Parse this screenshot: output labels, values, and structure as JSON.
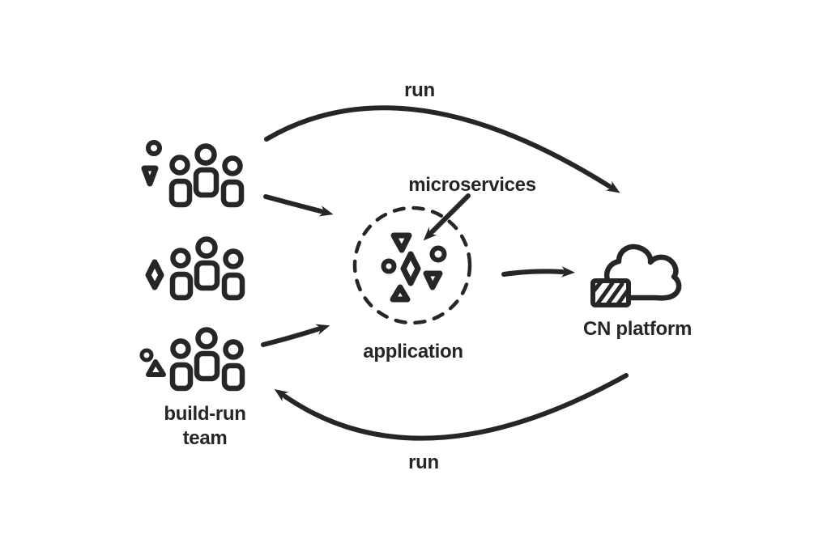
{
  "theme": {
    "ink": "#262626",
    "background": "#ffffff"
  },
  "diagram": {
    "labels": {
      "run_top": "run",
      "run_bottom": "run",
      "microservices": "microservices",
      "application": "application",
      "team_line1": "build-run",
      "team_line2": "team",
      "platform": "CN platform"
    },
    "icons": {
      "team_group": "three-people-pictogram",
      "team1_badges": [
        "circle",
        "triangle-down"
      ],
      "team2_badges": [
        "diamond"
      ],
      "team3_badges": [
        "circle",
        "triangle-up"
      ],
      "application": "dashed-circle-boundary",
      "microservice_shapes": [
        "triangle-down",
        "circle",
        "diamond",
        "circle",
        "triangle-down",
        "triangle-up"
      ],
      "platform": "cloud-with-hatched-box"
    },
    "edges": [
      {
        "from": "build-run team",
        "to": "CN platform",
        "label": "run",
        "style": "curved-top"
      },
      {
        "from": "CN platform",
        "to": "build-run team",
        "label": "run",
        "style": "curved-bottom"
      },
      {
        "from": "build-run team (top group)",
        "to": "application",
        "label": "",
        "style": "short-arrow"
      },
      {
        "from": "build-run team (bottom group)",
        "to": "application",
        "label": "",
        "style": "short-arrow"
      },
      {
        "from": "application",
        "to": "CN platform",
        "label": "",
        "style": "short-arrow"
      },
      {
        "from": "microservices label",
        "to": "application interior",
        "label": "",
        "style": "pointer-arrow"
      }
    ]
  }
}
